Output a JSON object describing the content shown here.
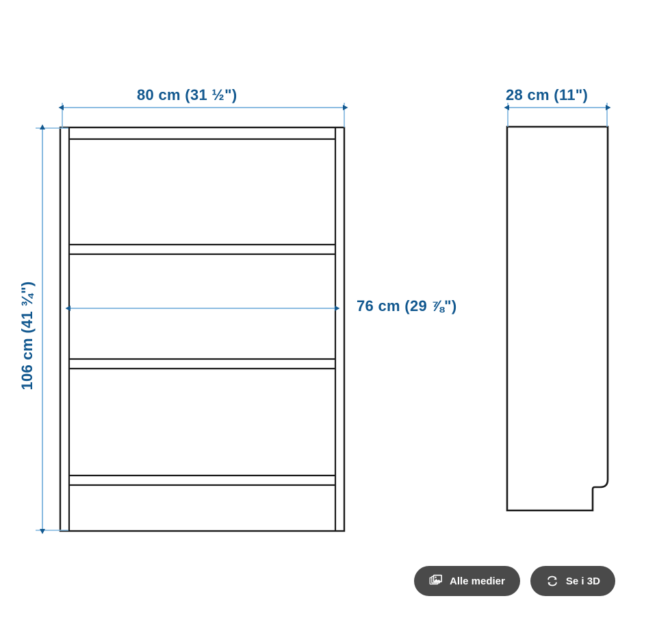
{
  "page": {
    "kind": "product-dimension-drawing",
    "background_color": "#ffffff"
  },
  "colors": {
    "dimension_blue": "#12588f",
    "dimension_line": "#7bb3dd",
    "outline": "#1a1a1a",
    "button_background": "#4a4a4a",
    "button_text": "#ffffff"
  },
  "dimensions": {
    "width": {
      "label": "80 cm (31 ½\")",
      "metric": "80 cm",
      "imperial": "31 ½\"",
      "axis": "horizontal",
      "position": "top-front"
    },
    "depth": {
      "label": "28 cm (11\")",
      "metric": "28 cm",
      "imperial": "11\"",
      "axis": "horizontal",
      "position": "top-side"
    },
    "height": {
      "label": "106 cm (41 ¾\")",
      "metric": "106 cm",
      "imperial": "41 ¾\"",
      "axis": "vertical",
      "position": "left-front"
    },
    "inner_width": {
      "label": "76 cm (29 ⅞\")",
      "metric": "76 cm",
      "imperial": "29 ⅞\"",
      "axis": "horizontal",
      "position": "middle-front"
    }
  },
  "views": {
    "front": {
      "name": "front-elevation",
      "shelf_count": 4
    },
    "side": {
      "name": "side-elevation"
    }
  },
  "actions": {
    "all_media": {
      "label": "Alle medier",
      "icon": "photo-gallery-icon"
    },
    "view_3d": {
      "label": "Se i 3D",
      "icon": "rotate-3d-icon"
    }
  }
}
